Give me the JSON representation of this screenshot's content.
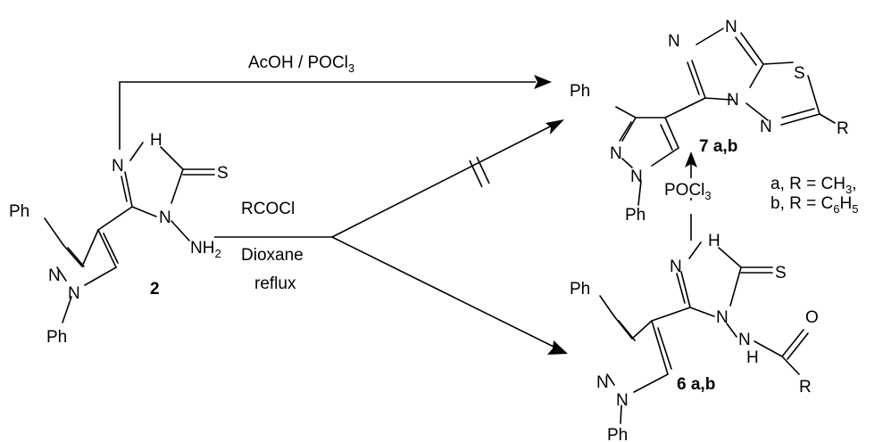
{
  "atoms": {
    "ph": "Ph",
    "n": "N",
    "s": "S",
    "h": "H",
    "o": "O",
    "r": "R",
    "nh2_main": "NH",
    "nh2_sub": "2"
  },
  "compounds": {
    "c2": "2",
    "c7": "7 a,b",
    "c6": "6 a,b"
  },
  "reagents": {
    "top_main": "AcOH / POCl",
    "top_sub": "3",
    "rcocl": "RCOCl",
    "dioxane": "Dioxane",
    "reflux": "reflux",
    "pocl_main": "POCl",
    "pocl_sub": "3"
  },
  "substituents": {
    "a_main": "a, R = CH",
    "a_sub": "3",
    "a_end": ",",
    "b_main": "b, R = C",
    "b_sub1": "6",
    "b_mid": "H",
    "b_sub2": "5"
  }
}
